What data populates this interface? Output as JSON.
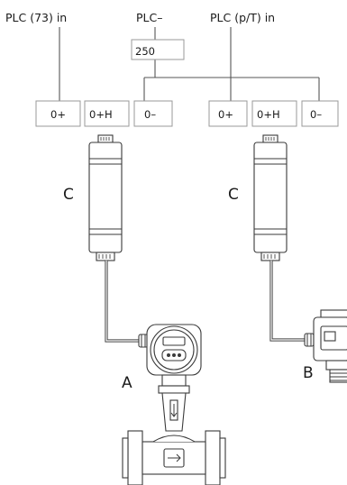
{
  "labels": {
    "plc_73_in": "PLC  (73)  in",
    "plc_minus": "PLC–",
    "plc_pt_in": "PLC  (p/T) in",
    "resistor": "250",
    "device_a": "A",
    "device_b": "B",
    "device_c_left": "C",
    "device_c_right": "C"
  },
  "terminals": {
    "left": [
      "0+",
      "0+H",
      "0–"
    ],
    "right": [
      "0+",
      "0+H",
      "0–"
    ]
  }
}
